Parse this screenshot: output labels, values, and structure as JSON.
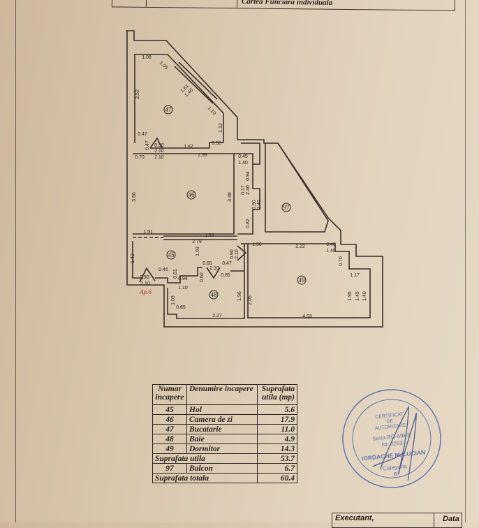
{
  "header": {
    "title": "Cartea Funciara individuala"
  },
  "plan": {
    "apartment_label": "Ap.6",
    "rooms": [
      "47",
      "46",
      "45",
      "48",
      "49",
      "97"
    ],
    "dims": [
      "1.08",
      "1.05",
      "1.61",
      "1.40",
      "1.10",
      "1.12",
      "3.52",
      "0.47",
      "0.47",
      "0.90",
      "2.10",
      "1.67",
      "0.58",
      "0.70",
      "2.10",
      "2.99",
      "0.45",
      "1.40",
      "0.94",
      "0.17",
      "2.40",
      "0.90",
      "2.40",
      "3.56",
      "3.48",
      "0.82",
      "1.51",
      "1.53",
      "2.79",
      "1.56",
      "2.22",
      "0.40",
      "1.40",
      "0.70",
      "1.42",
      "1.03",
      "0.90",
      "2.10",
      "0.85",
      "2.10",
      "0.47",
      "0.45",
      "0.61",
      "0.94",
      "0.60",
      "0.85",
      "0.90",
      "2.10",
      "1.10",
      "1.09",
      "0.65",
      "1.96",
      "2.05",
      "2.27",
      "4.93",
      "1.17",
      "1.95",
      "1.45",
      "1.40"
    ]
  },
  "legend": {
    "headers": [
      "Numar incapere",
      "Denumire incapere",
      "Suprafata utila (mp)"
    ],
    "rows": [
      {
        "num": "45",
        "name": "Hol",
        "area": "5.6"
      },
      {
        "num": "46",
        "name": "Camera de zi",
        "area": "17.9"
      },
      {
        "num": "47",
        "name": "Bucatarie",
        "area": "11.0"
      },
      {
        "num": "48",
        "name": "Baie",
        "area": "4.9"
      },
      {
        "num": "49",
        "name": "Dormitor",
        "area": "14.3"
      }
    ],
    "useful_label": "Suprafata utila",
    "useful_value": "53.7",
    "balcony": {
      "num": "97",
      "name": "Balcon",
      "area": "6.7"
    },
    "total_label": "Suprafata totala",
    "total_value": "60.4"
  },
  "stamp": {
    "lines": [
      "CERTIFICAT",
      "DE",
      "AUTORIZARE",
      "Seria.RO-MB-F",
      "Nr. 0263",
      "IORDACHE M. LUCIAN",
      "Categoria",
      "B"
    ],
    "color": "#3f5fa8"
  },
  "footer": {
    "executant": "Executant,",
    "data": "Data"
  },
  "colors": {
    "wall": "#3a2e2a",
    "paper": "#dcc9b0",
    "apartment_label": "#b8322a"
  }
}
